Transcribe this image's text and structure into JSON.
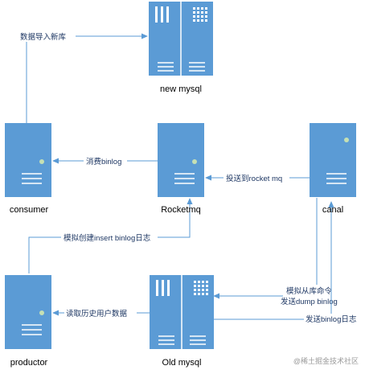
{
  "nodes": {
    "new_mysql": {
      "label": "new mysql",
      "icon": "database-server-icon"
    },
    "consumer": {
      "label": "consumer",
      "icon": "server-icon"
    },
    "rocketmq": {
      "label": "Rocketmq",
      "icon": "server-icon"
    },
    "canal": {
      "label": "canal",
      "icon": "server-icon"
    },
    "productor": {
      "label": "productor",
      "icon": "server-icon"
    },
    "old_mysql": {
      "label": "Old mysql",
      "icon": "database-server-icon"
    }
  },
  "edges": {
    "write_new": {
      "label": "数据导入新库"
    },
    "consume": {
      "label": "消费binlog"
    },
    "deliver": {
      "label": "投送到rocket mq"
    },
    "simulate_insert": {
      "label": "模拟创建insert binlog日志"
    },
    "read_history": {
      "label": "读取历史用户数据"
    },
    "slave_dump_line1": {
      "label": "模拟从库命令"
    },
    "slave_dump_line2": {
      "label": "发送dump binlog"
    },
    "send_binlog": {
      "label": "发送binlog日志"
    }
  },
  "watermark": {
    "text": "@稀土掘金技术社区"
  },
  "colors": {
    "server_fill": "#5b9bd5",
    "server_fill_light": "#7fb1e0",
    "edge": "#5b9bd5",
    "led": "#c5e0b4",
    "label_dark": "#1f3864"
  }
}
